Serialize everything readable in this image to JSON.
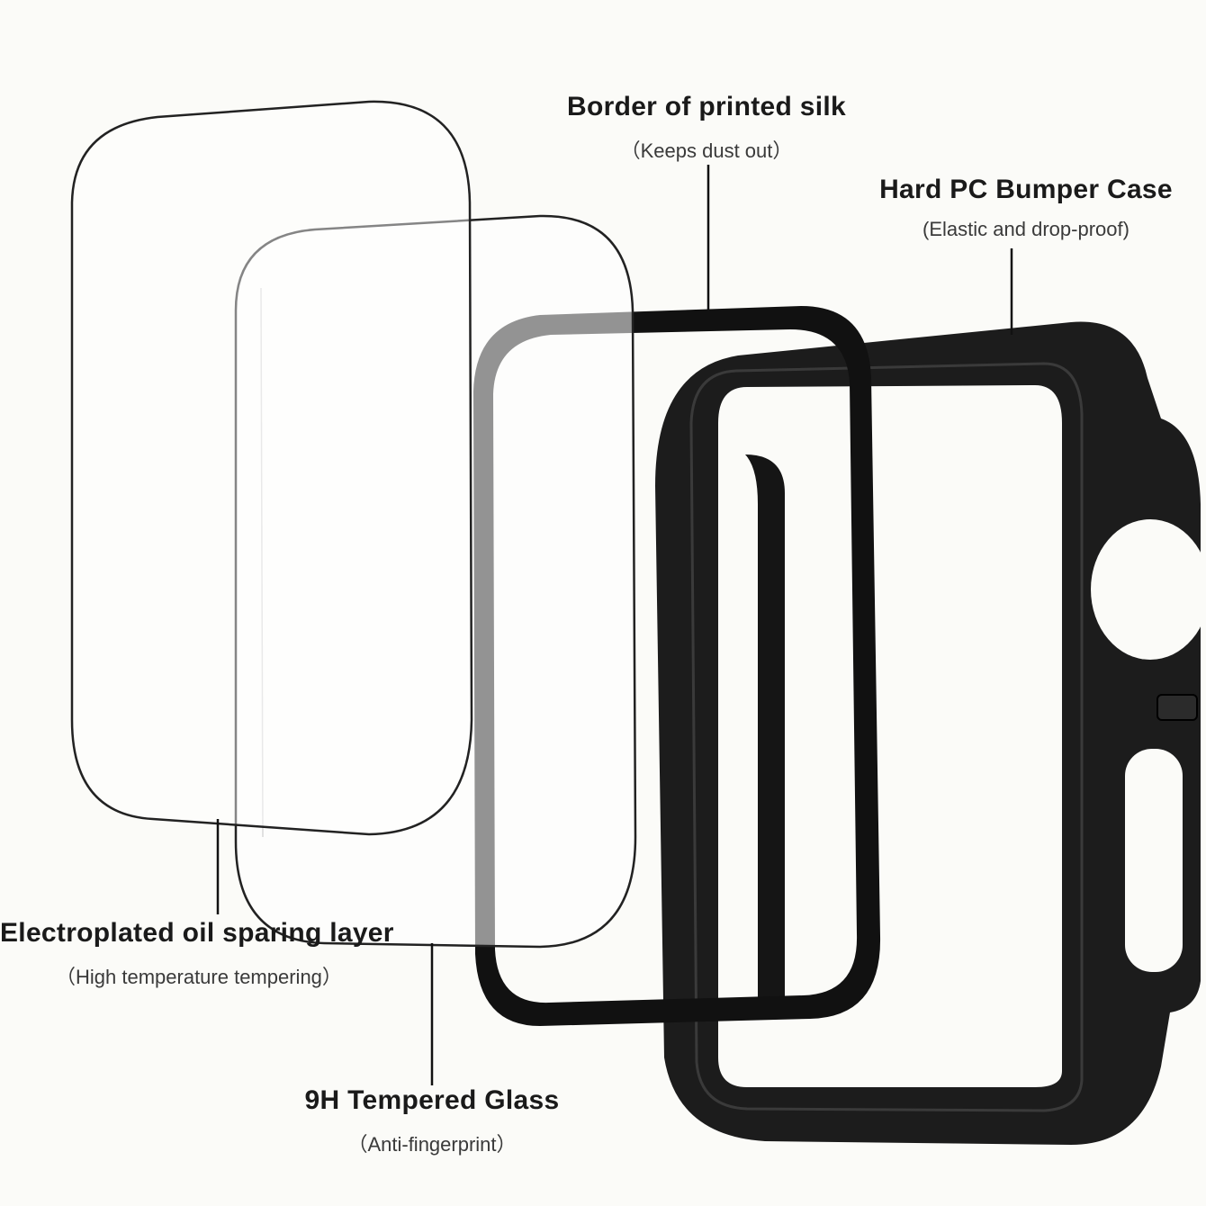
{
  "colors": {
    "background": "#fbfbf8",
    "case": "#1c1c1c",
    "frame": "#111111",
    "glass_edge": "#222222",
    "text": "#1a1a1a"
  },
  "callouts": {
    "border": {
      "title": "Border of printed silk",
      "subtitle": "（Keeps dust out）"
    },
    "bumper": {
      "title": "Hard PC Bumper Case",
      "subtitle": "(Elastic and drop-proof)"
    },
    "oil_layer": {
      "title": "Electroplated oil sparing layer",
      "subtitle": "（High temperature tempering）"
    },
    "tempered_glass": {
      "title": "9H Tempered Glass",
      "subtitle": "（Anti-fingerprint）"
    }
  }
}
